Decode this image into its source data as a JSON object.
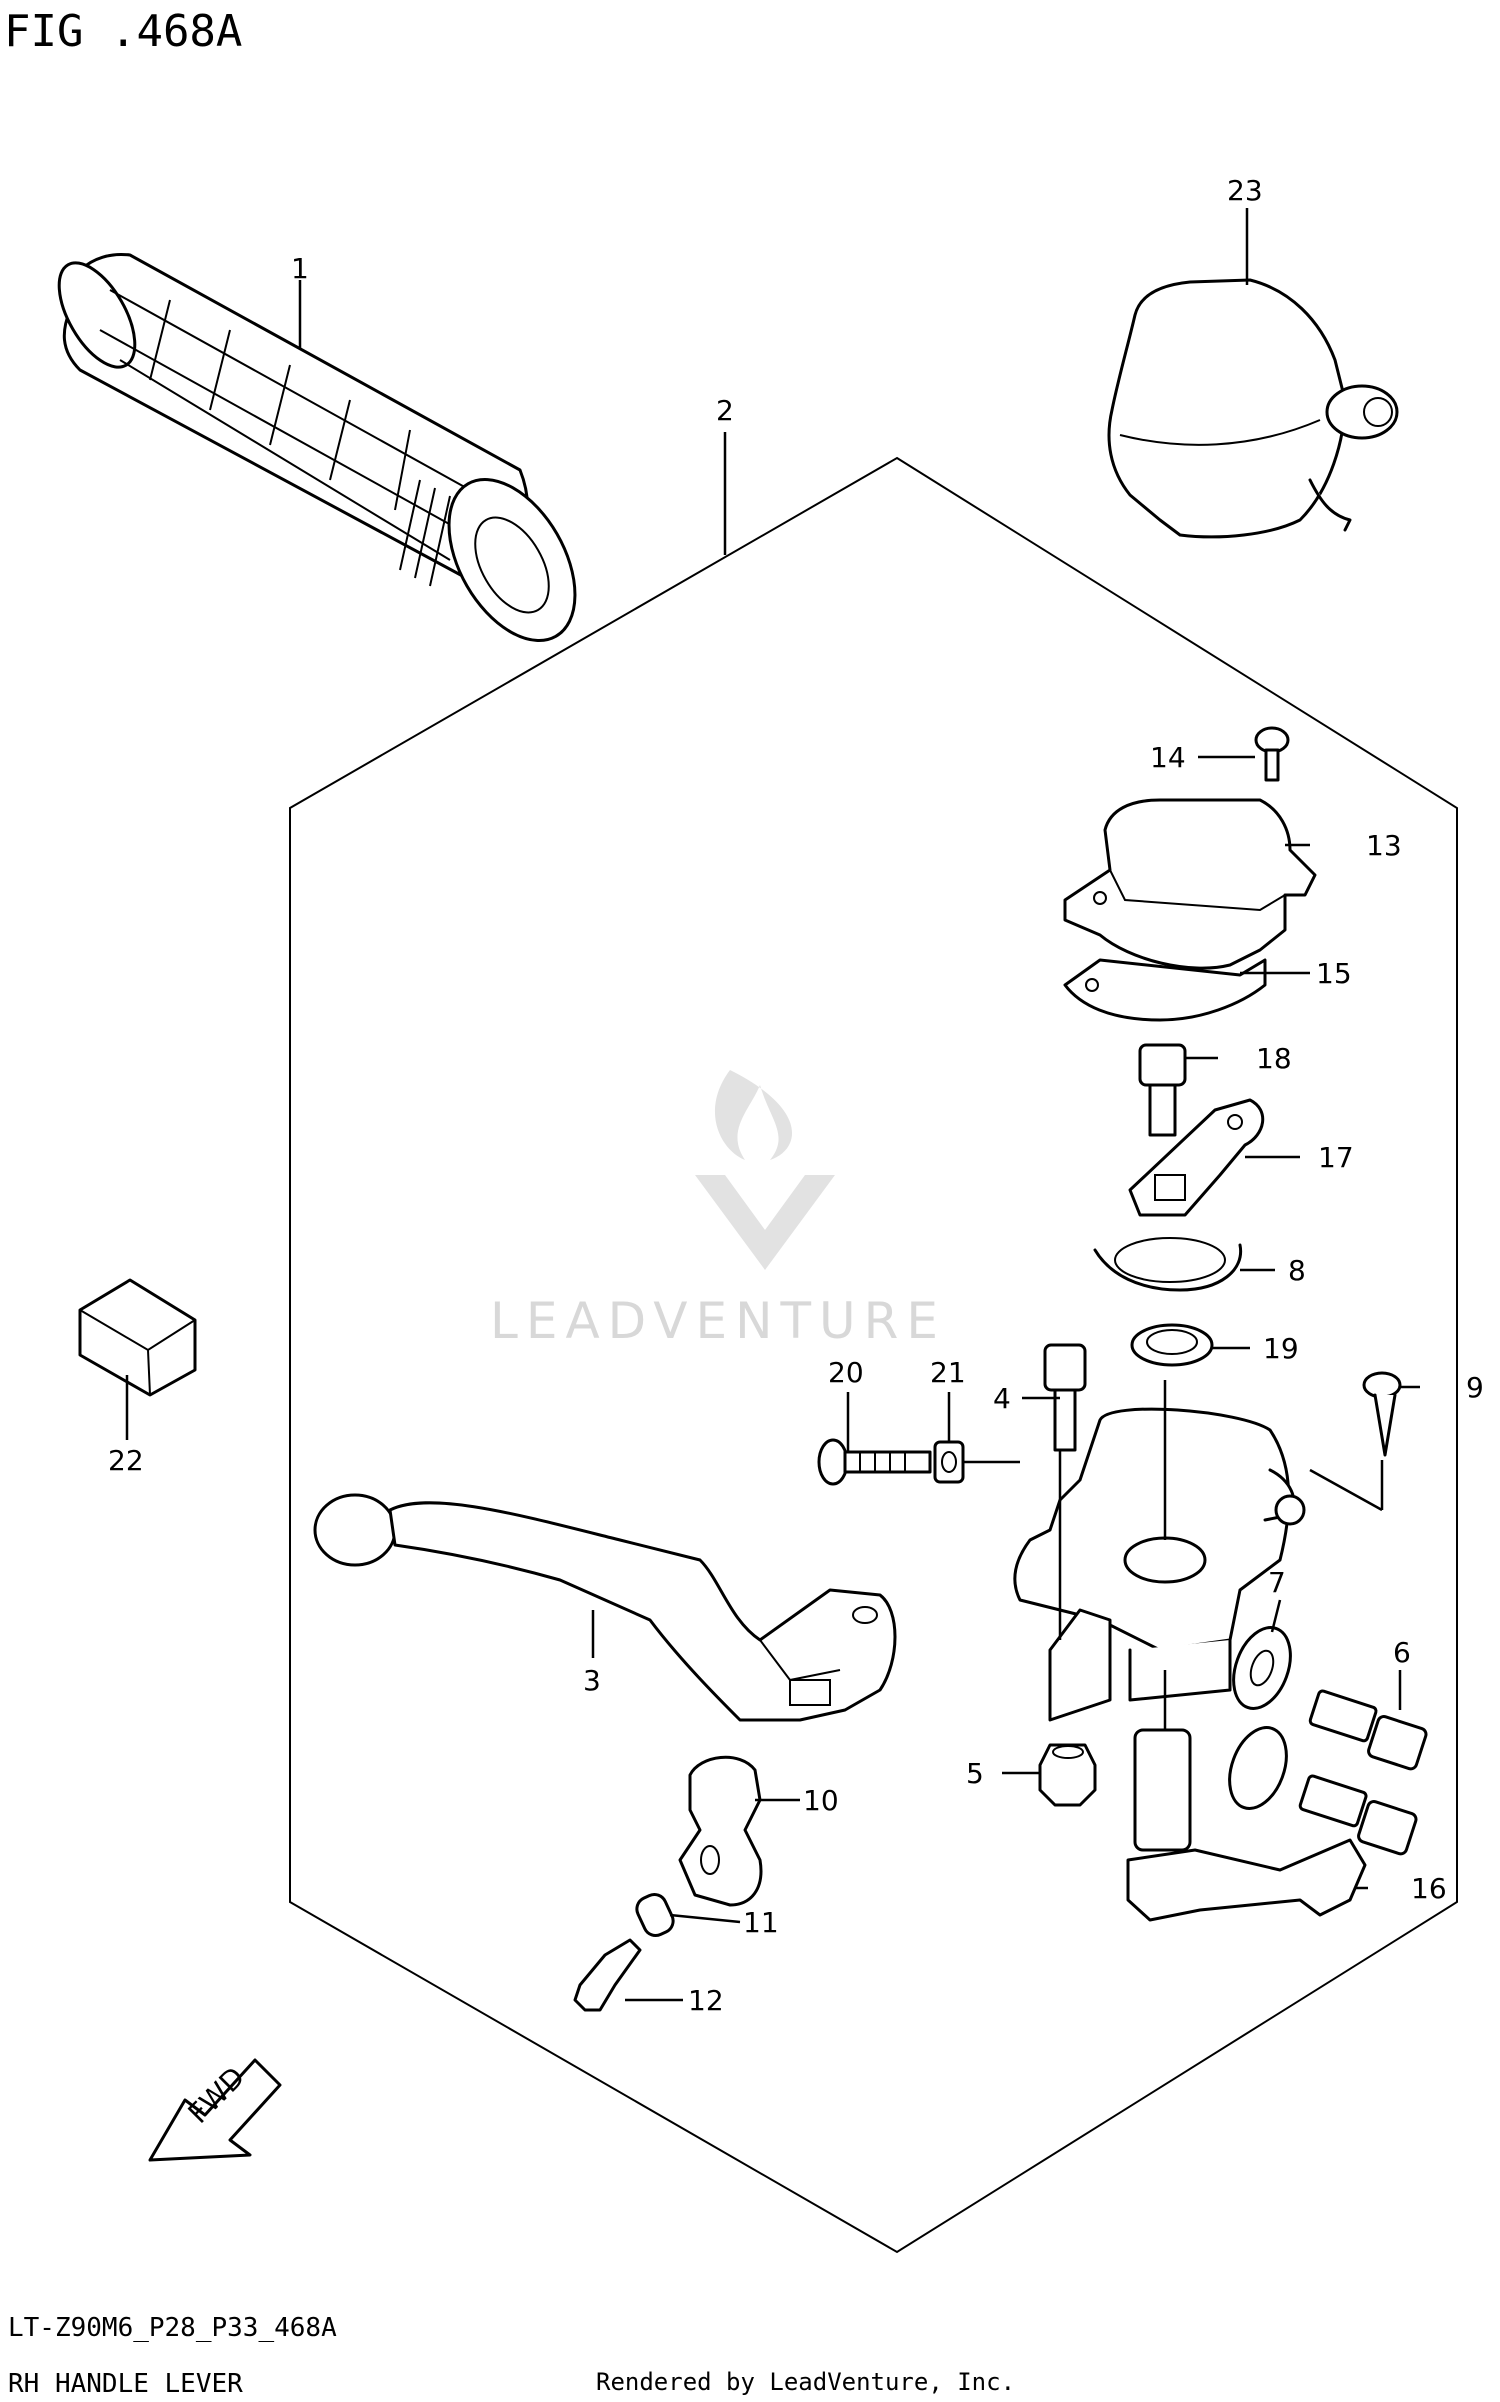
{
  "figure": {
    "title": "FIG .468A",
    "model_code": "LT-Z90M6_P28_P33_468A",
    "subtitle": "RH HANDLE LEVER",
    "rendered_by": "Rendered by LeadVenture, Inc.",
    "watermark": "LEADVENTURE",
    "fwd_label": "FWD"
  },
  "callouts": [
    "1",
    "2",
    "3",
    "4",
    "5",
    "6",
    "7",
    "8",
    "9",
    "10",
    "11",
    "12",
    "13",
    "14",
    "15",
    "16",
    "17",
    "18",
    "19",
    "20",
    "21",
    "22",
    "23"
  ]
}
